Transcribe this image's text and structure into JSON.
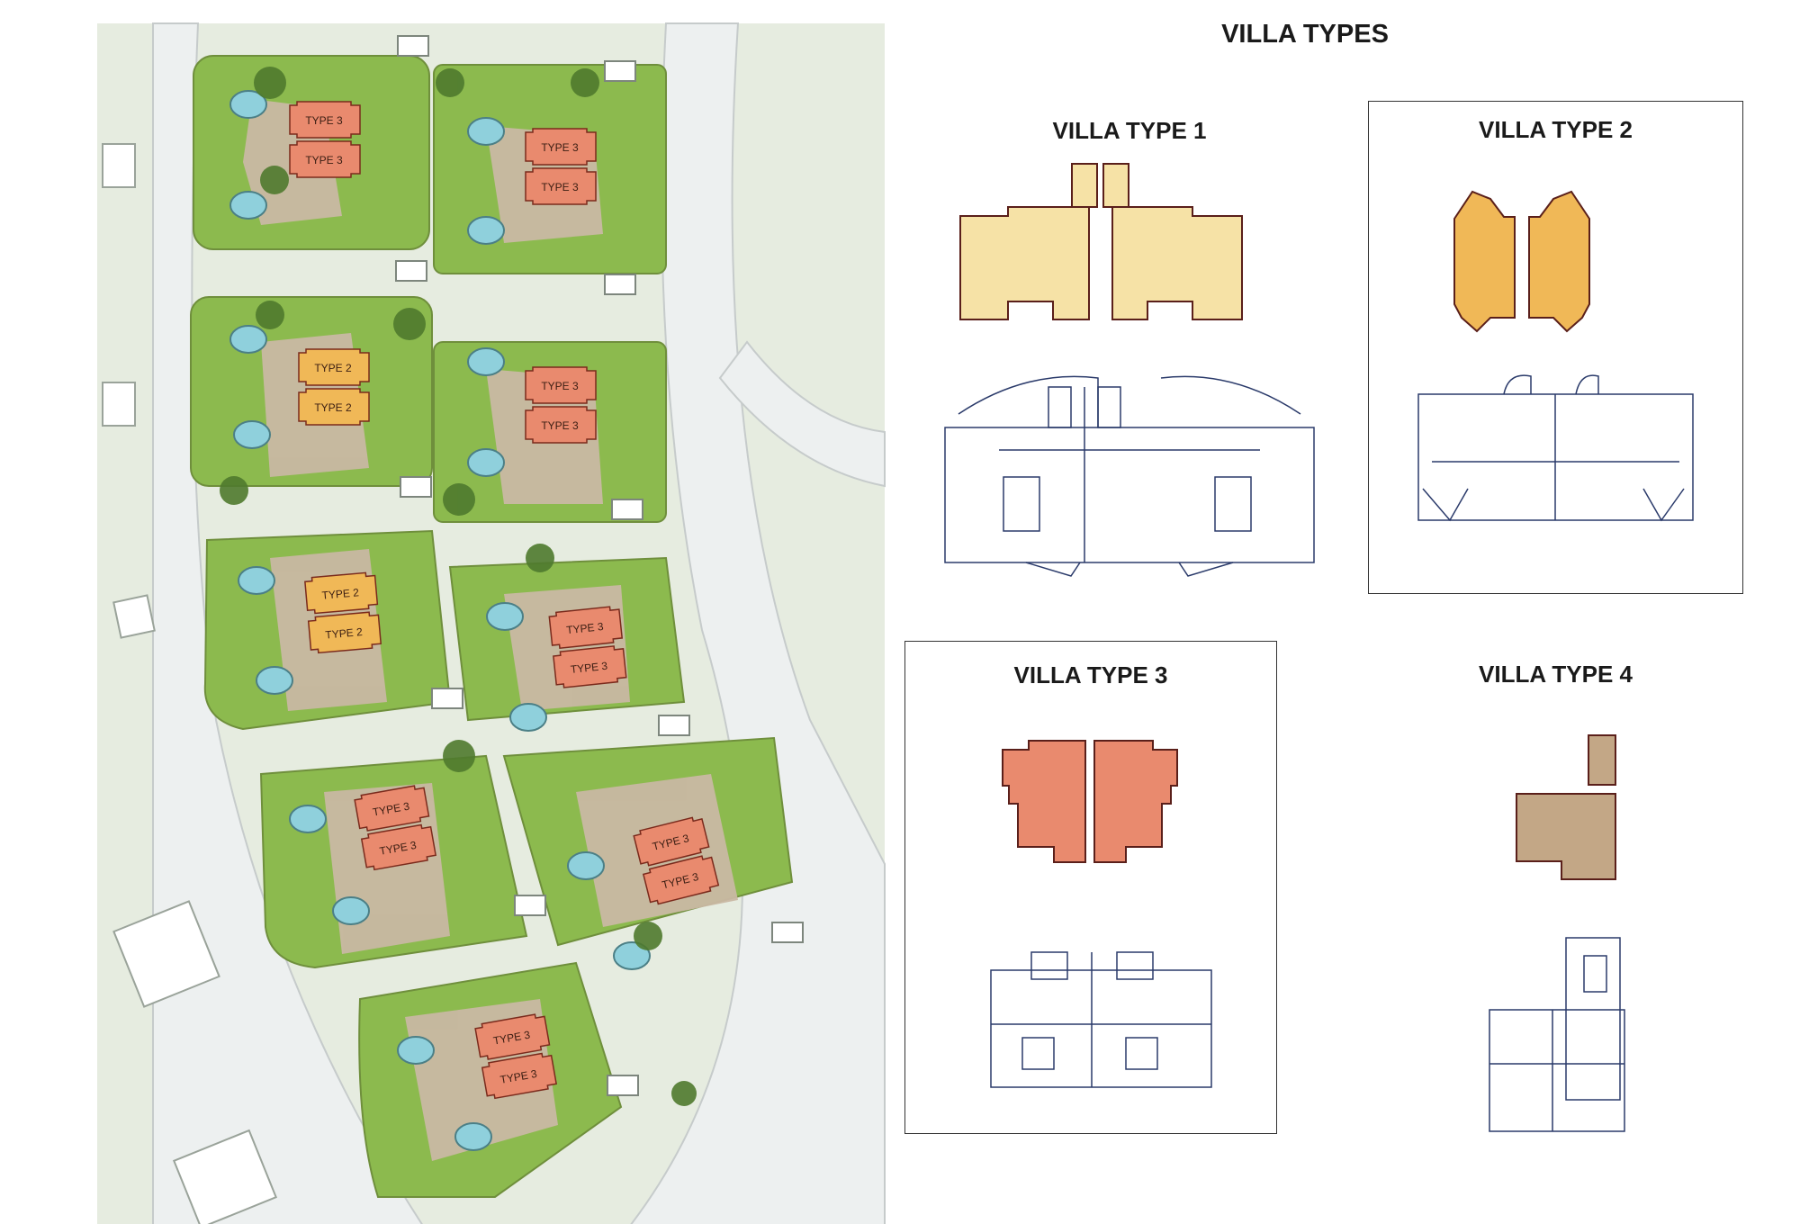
{
  "heading": "VILLA TYPES",
  "villa_types": [
    {
      "title": "VILLA TYPE 1",
      "color": "#f6e2a6"
    },
    {
      "title": "VILLA TYPE 2",
      "color": "#f0b857"
    },
    {
      "title": "VILLA TYPE 3",
      "color": "#e98a6e"
    },
    {
      "title": "VILLA TYPE 4",
      "color": "#c3a786"
    }
  ],
  "site_plan": {
    "labels": [
      "TYPE 3",
      "TYPE 2"
    ],
    "colors": {
      "lawn": "#8cba4e",
      "path": "#c9b8a3",
      "road": "#e7ebec",
      "pool": "#8fd0dc",
      "type2": "#f0b857",
      "type3": "#e98a6e"
    }
  }
}
